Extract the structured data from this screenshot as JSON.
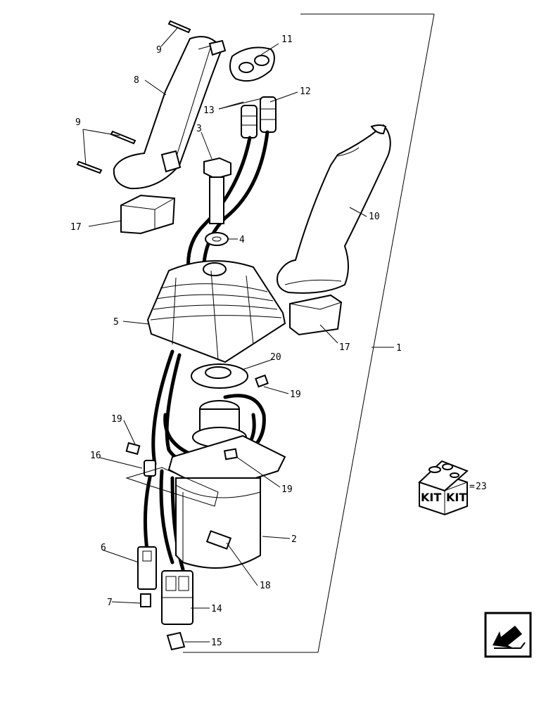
{
  "labels": {
    "n1": "1",
    "n2": "2",
    "n3": "3",
    "n4": "4",
    "n5": "5",
    "n6": "6",
    "n7": "7",
    "n8": "8",
    "n9a": "9",
    "n9b": "9",
    "n10": "10",
    "n11": "11",
    "n12": "12",
    "n13": "13",
    "n14": "14",
    "n15": "15",
    "n16": "16",
    "n17a": "17",
    "n17b": "17",
    "n18": "18",
    "n19a": "19",
    "n19b": "19",
    "n19c": "19",
    "n20": "20"
  },
  "kit": {
    "word_left": "KIT",
    "word_right": "KIT",
    "equals": "=",
    "number": "23"
  },
  "icons": {
    "kit_box": "kit-box-icon",
    "nav": "back-arrow-icon"
  }
}
